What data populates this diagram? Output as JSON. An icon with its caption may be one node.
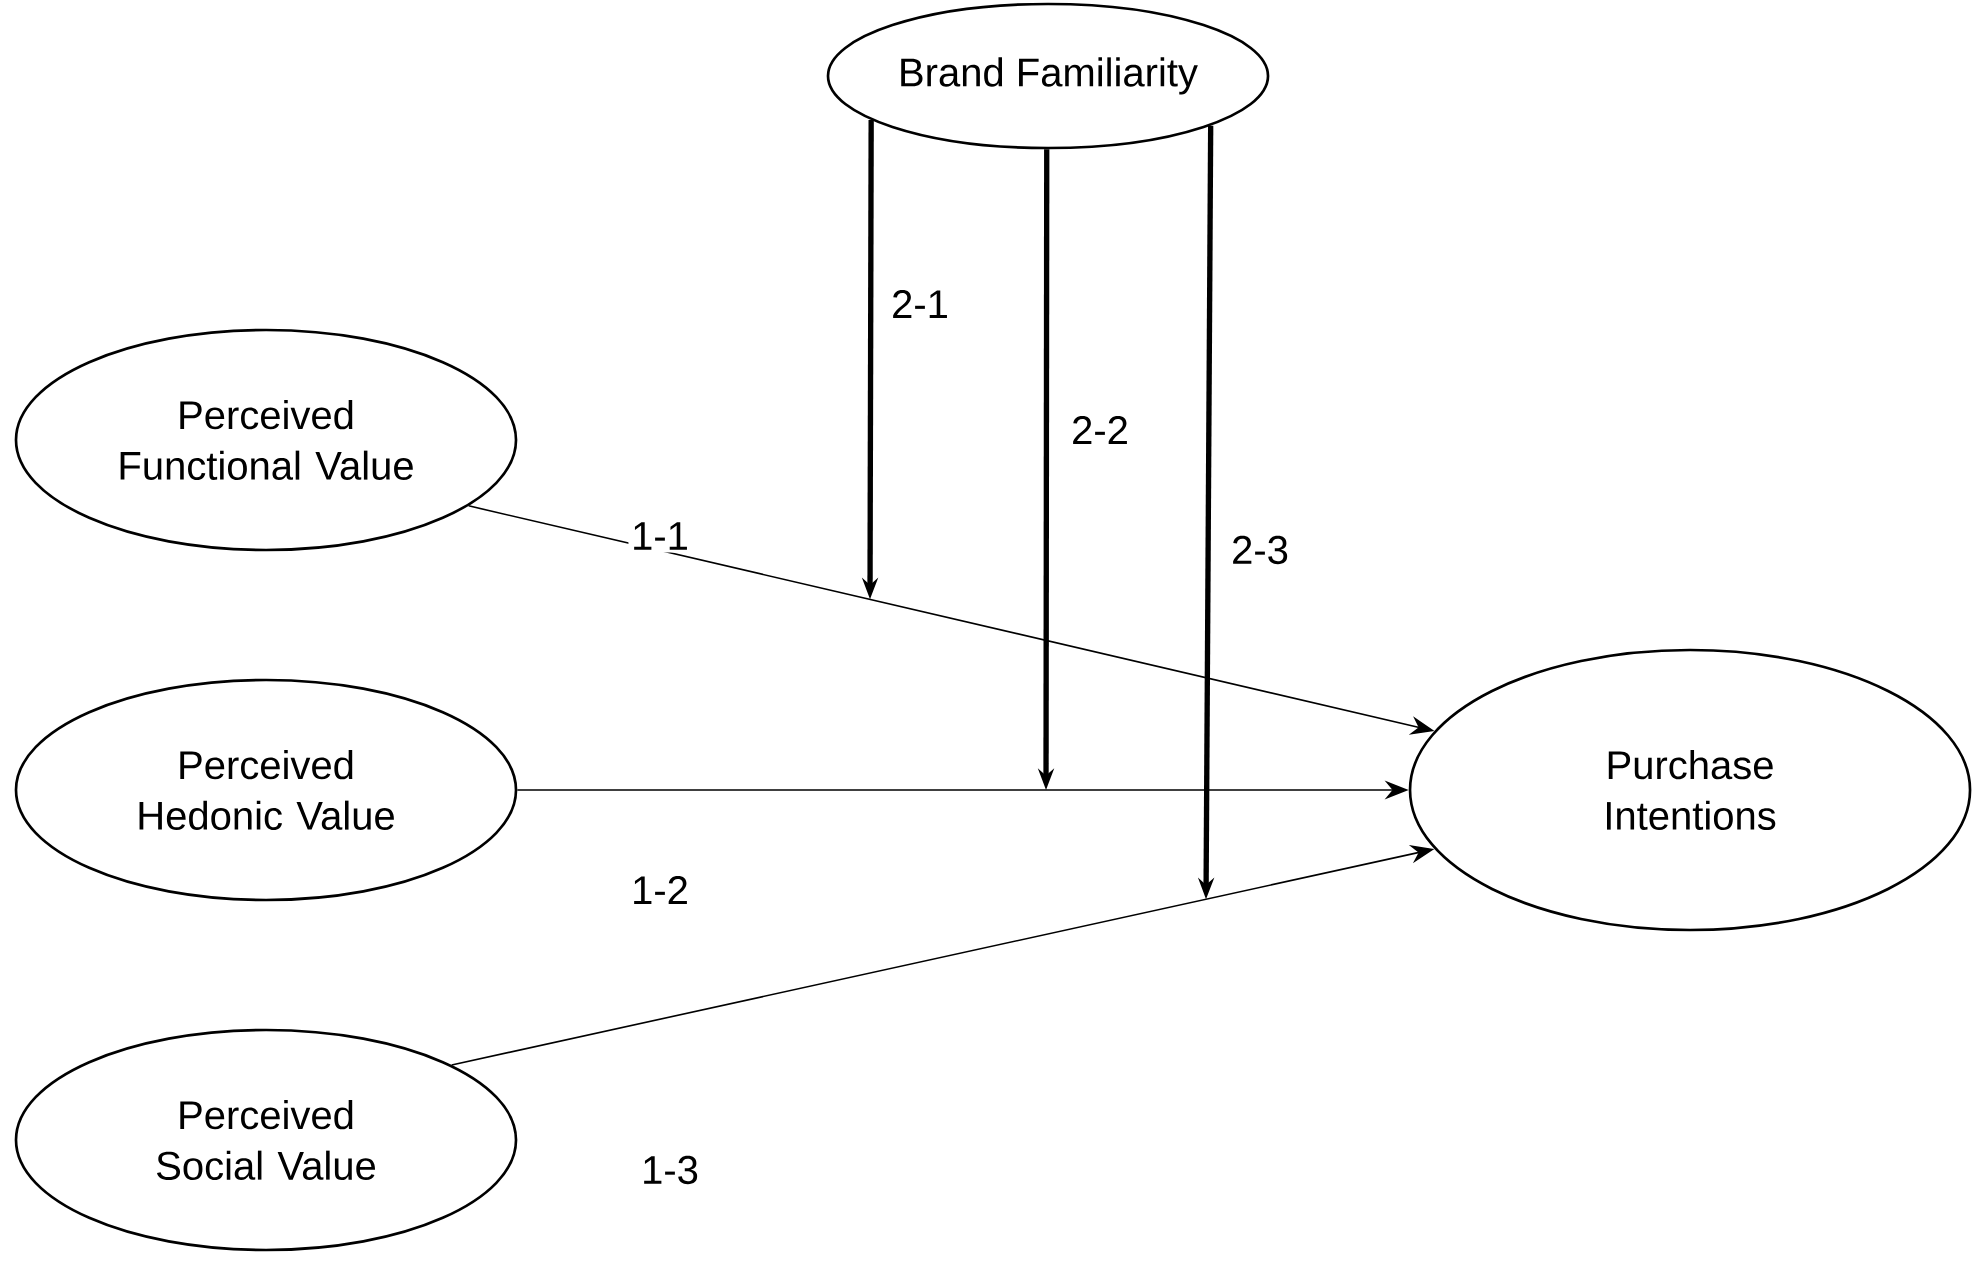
{
  "diagram": {
    "nodes": [
      {
        "text": [
          "Brand Familiarity"
        ]
      },
      {
        "text": [
          "Perceived Functional Value"
        ]
      },
      {
        "text": [
          "Perceived Hedonic Value"
        ]
      },
      {
        "text": [
          "Perceived Social Value"
        ]
      },
      {
        "text": [
          "Purchase Intentions"
        ]
      }
    ],
    "edges": [
      {
        "from": 1,
        "to": 4,
        "arrow": "to",
        "label": "1-1"
      },
      {
        "from": 2,
        "to": 4,
        "arrow": "to",
        "label": "1-2"
      },
      {
        "from": 3,
        "to": 4,
        "arrow": "to",
        "label": "1-3"
      },
      {
        "from": 0,
        "to": null,
        "arrow": "to",
        "label": "2-1",
        "style": "thick"
      },
      {
        "from": 0,
        "to": null,
        "arrow": "to",
        "label": "2-2",
        "style": "thick"
      },
      {
        "from": 0,
        "to": null,
        "arrow": "to",
        "label": "2-3",
        "style": "thick"
      }
    ]
  }
}
